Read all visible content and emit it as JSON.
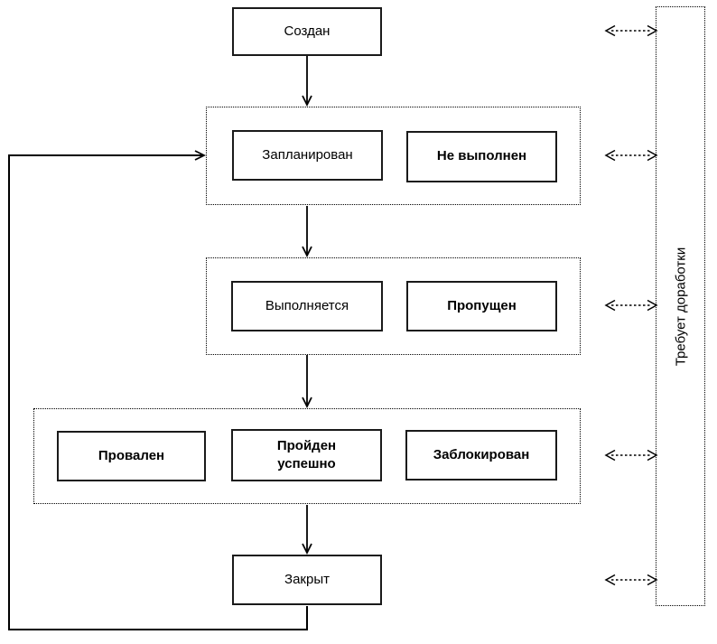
{
  "nodes": {
    "created": "Создан",
    "planned": "Запланирован",
    "not_executed": "Не выполнен",
    "executing": "Выполняется",
    "skipped": "Пропущен",
    "failed": "Провален",
    "passed": "Пройден успешно",
    "blocked": "Заблокирован",
    "closed": "Закрыт",
    "needs_rework": "Требует доработки"
  },
  "colors": {
    "line": "#000000",
    "box_border": "#1a1a1a",
    "box_fill": "#ffffff",
    "background": "#ffffff"
  }
}
